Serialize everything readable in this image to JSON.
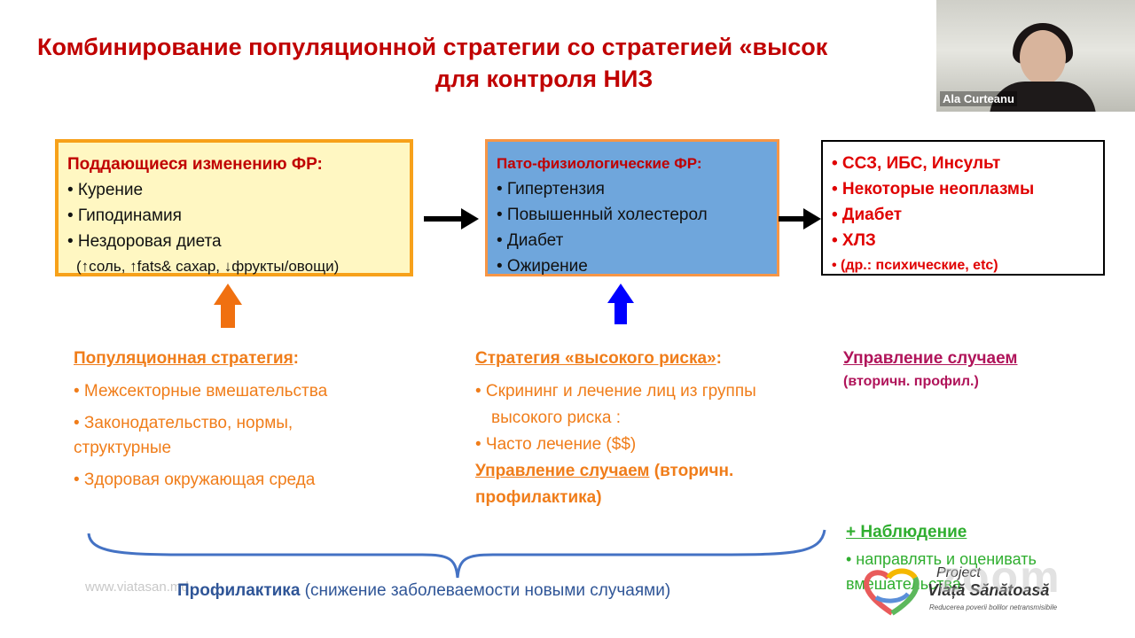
{
  "slide": {
    "title_line1": "Комбинирование популяционной  стратегии со стратегией «высок",
    "title_line2": "для контроля НИЗ"
  },
  "video": {
    "participant_name": "Ala Curteanu"
  },
  "box_modifiable": {
    "heading": "Поддающиеся изменению ФР:",
    "items": [
      "• Курение",
      "• Гиподинамия",
      "• Нездоровая диета"
    ],
    "note": "(↑соль, ↑fats& сахар, ↓фрукты/овощи)"
  },
  "box_patho": {
    "heading": "Пато-физиологические ФР:",
    "items": [
      "• Гипертензия",
      "• Повышенный холестерол",
      "• Диабет",
      "• Ожирение"
    ]
  },
  "box_diseases": {
    "items": [
      "•  ССЗ,  ИБС, Инсульт",
      "•  Некоторые неоплазмы",
      "•  Диабет",
      "•  ХЛЗ"
    ],
    "small": "•  (др.:  психические, etc)"
  },
  "population": {
    "title": "Популяционная  стратегия",
    "colon": ":",
    "items": [
      "• Межсекторные вмешательства",
      "• Законодательство, нормы,",
      "структурные",
      "• Здоровая окружающая среда"
    ]
  },
  "highrisk": {
    "title": "Стратегия «высокого риска»",
    "colon": ":",
    "items": [
      "•  Скрининг и лечение лиц из группы",
      "высокого риска :",
      "•  Часто лечение ($$)"
    ],
    "case_mgmt": "Управление случаем",
    "case_mgmt_rest": " (вторичн.",
    "case_mgmt_line2": "профилактика)"
  },
  "case": {
    "title": "Управление случаем",
    "subtitle": "(вторичн. профил.)"
  },
  "observation": {
    "title": "+ Наблюдение",
    "line1": "• направлять и оценивать",
    "line2": "вмешательства"
  },
  "footer": {
    "bold": "Профилактика",
    "rest": " (снижение заболеваемости новыми случаями)",
    "site": "www.viatasan.md"
  },
  "logo": {
    "project": "Project",
    "name": "Viață Sănătoasă",
    "tagline": "Reducerea poverii bolilor netransmisibile",
    "zoom_watermark": "zoom"
  },
  "colors": {
    "title": "#c00000",
    "orange": "#f07d1a",
    "blue_box": "#6fa6dc",
    "yellow_box": "#fff7c2",
    "green": "#2fae2f",
    "magenta": "#b0145a"
  }
}
